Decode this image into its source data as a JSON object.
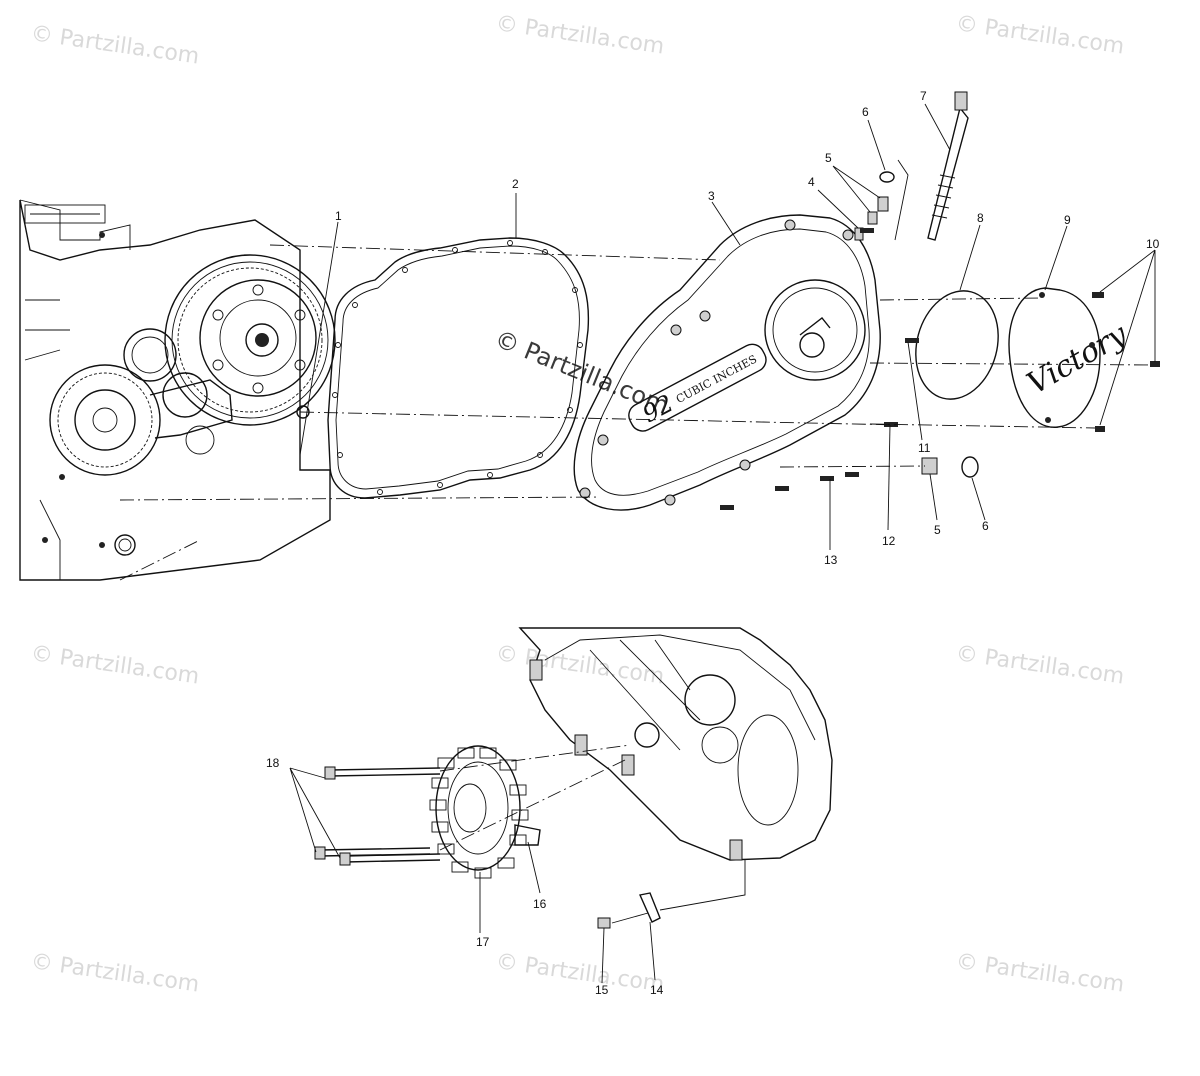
{
  "watermark": "© Partzilla.com",
  "callouts": {
    "c1": "1",
    "c2": "2",
    "c3": "3",
    "c4": "4",
    "c5a": "5",
    "c5b": "5",
    "c6a": "6",
    "c6b": "6",
    "c7": "7",
    "c8": "8",
    "c9": "9",
    "c10": "10",
    "c11": "11",
    "c12": "12",
    "c13": "13",
    "c14": "14",
    "c15": "15",
    "c16": "16",
    "c17": "17",
    "c18": "18"
  },
  "cover_badge": {
    "displacement": "92",
    "text": "CUBIC INCHES"
  },
  "derby_cover_logo": "Victory"
}
